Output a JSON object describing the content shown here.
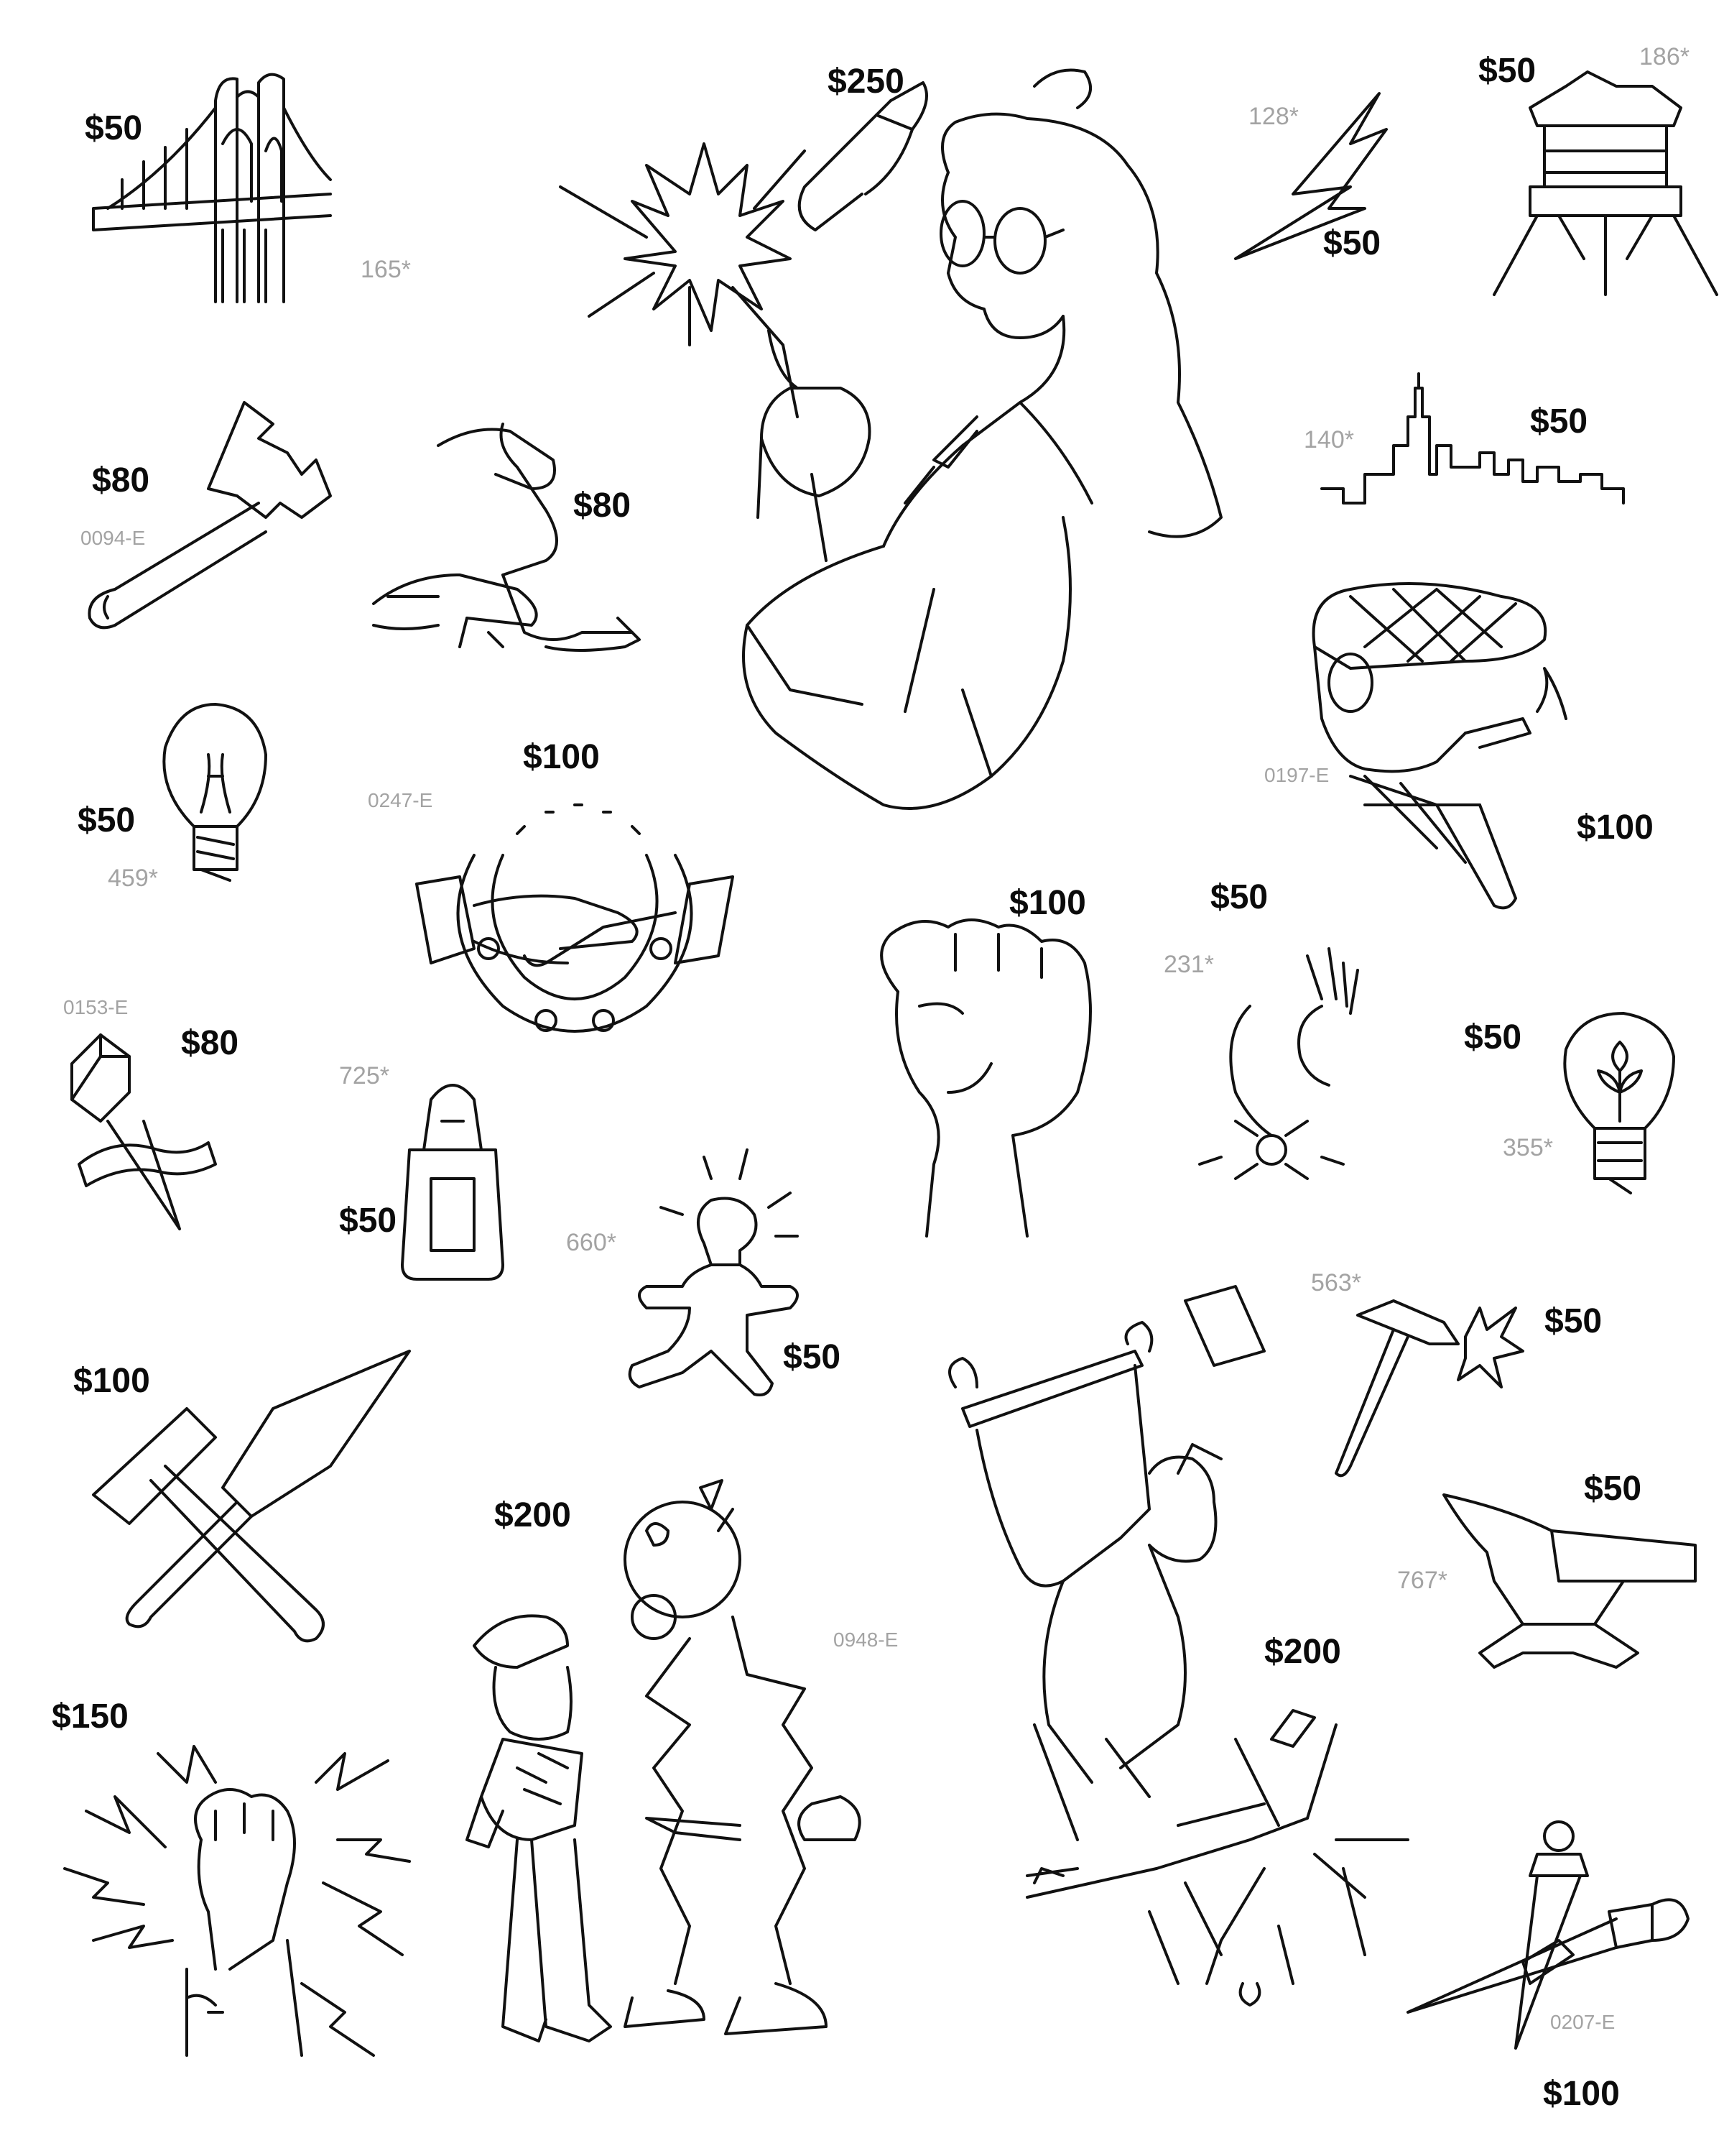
{
  "flash": [
    {
      "id": "bridge",
      "icon": "brooklyn-bridge-icon",
      "price": "$50",
      "code": "165*"
    },
    {
      "id": "welder",
      "icon": "woman-welder-icon",
      "price": "$250",
      "code": ""
    },
    {
      "id": "lightning-bolt",
      "icon": "lightning-bolt-icon",
      "price": "$50",
      "code": "128*"
    },
    {
      "id": "water-tower",
      "icon": "water-tower-icon",
      "price": "$50",
      "code": "186*"
    },
    {
      "id": "axe",
      "icon": "axe-icon",
      "price": "$80",
      "code": "0094-E"
    },
    {
      "id": "three-hands",
      "icon": "interlocked-hands-icon",
      "price": "$80",
      "code": ""
    },
    {
      "id": "skyline",
      "icon": "city-skyline-icon",
      "price": "$50",
      "code": "140*"
    },
    {
      "id": "worker-head",
      "icon": "worker-cap-smoking-icon",
      "price": "$100",
      "code": "0197-E"
    },
    {
      "id": "lightbulb",
      "icon": "light-bulb-icon",
      "price": "$50",
      "code": "459*"
    },
    {
      "id": "handshake",
      "icon": "handshake-horseshoe-icon",
      "price": "$100",
      "code": "0247-E"
    },
    {
      "id": "raised-fist",
      "icon": "raised-fist-icon",
      "price": "$100",
      "code": ""
    },
    {
      "id": "skeleton-hand",
      "icon": "skeleton-hand-flower-icon",
      "price": "$50",
      "code": "231*"
    },
    {
      "id": "flower-bulb",
      "icon": "flower-light-bulb-icon",
      "price": "$50",
      "code": "355*"
    },
    {
      "id": "spike-banner",
      "icon": "railroad-spike-ribbon-icon",
      "price": "$80",
      "code": "0153-E"
    },
    {
      "id": "zipper",
      "icon": "zipper-pull-icon",
      "price": "$50",
      "code": "725*"
    },
    {
      "id": "bulb-figure",
      "icon": "dancing-bulb-figure-icon",
      "price": "$50",
      "code": "660*"
    },
    {
      "id": "hammer-spark",
      "icon": "hammer-spark-icon",
      "price": "$50",
      "code": "563*"
    },
    {
      "id": "hammer-trowel",
      "icon": "hammer-trowel-icon",
      "price": "$100",
      "code": ""
    },
    {
      "id": "anvil",
      "icon": "anvil-icon",
      "price": "$50",
      "code": "767*"
    },
    {
      "id": "reddy-kilowatt",
      "icon": "reddy-kilowatt-boy-icon",
      "price": "$200",
      "code": "0948-E"
    },
    {
      "id": "chain-breaker",
      "icon": "man-breaking-chains-icon",
      "price": "$200",
      "code": ""
    },
    {
      "id": "electric-fist",
      "icon": "electric-fist-icon",
      "price": "$150",
      "code": ""
    },
    {
      "id": "spikes",
      "icon": "crossed-railroad-spikes-icon",
      "price": "$100",
      "code": "0207-E"
    }
  ]
}
